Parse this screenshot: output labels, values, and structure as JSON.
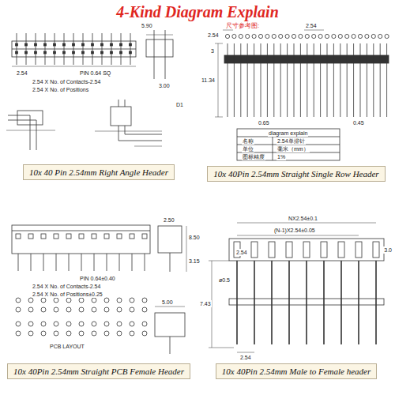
{
  "diagram": {
    "title": "4-Kind Diagram Explain",
    "nodes": [
      {
        "text": [
          "10x 40 Pin 2.54mm Right Angle Header"
        ]
      },
      {
        "text": [
          "10x 40Pin 2.54mm Straight Single Row Header"
        ]
      },
      {
        "text": [
          "10x 40Pin 2.54mm Straight PCB Female Header"
        ]
      },
      {
        "text": [
          "10x 40Pin 2.54mm Male to Female header"
        ]
      }
    ],
    "labels": [
      "尺寸参考图:",
      "5.90",
      "2.54",
      "PIN 0.64 SQ",
      "2.54 X No. of Contacts-2.54",
      "2.54 X No. of Positions",
      "3.00",
      "D1",
      "2.54",
      "2.54",
      "11.34",
      "3",
      "0.65",
      "0.45",
      "diagram explain",
      "名称",
      "2.54单排针",
      "单位",
      "毫米（mm）",
      "图标精度",
      "1%",
      "2.50",
      "PIN 0.64±0.40",
      "2.54 X No. of Contacts-2.54",
      "2.54 X No. of Positions±0.25",
      "PCB LAYOUT",
      "5.00",
      "8.50",
      "3.15",
      "NX2.54±0.1",
      "(N-1)X2.54±0.05",
      "2.54",
      "7.43",
      "3.0",
      "2.54",
      "ø0.5"
    ]
  }
}
